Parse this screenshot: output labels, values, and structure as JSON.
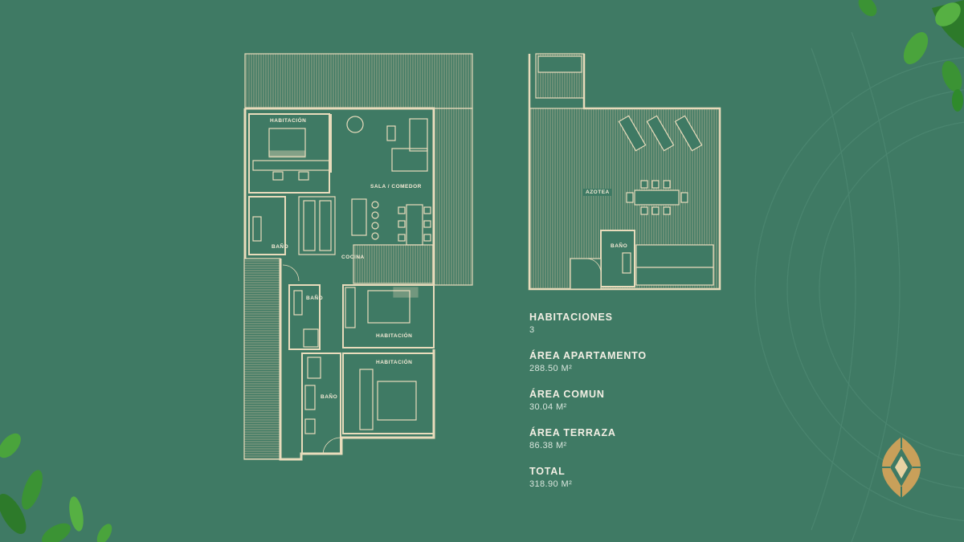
{
  "floor_plan": {
    "rooms": {
      "habitacion_1": "HABITACIÓN",
      "sala_comedor": "SALA / COMEDOR",
      "bano_1": "BAÑO",
      "cocina": "COCINA",
      "bano_2": "BAÑO",
      "habitacion_2": "HABITACIÓN",
      "habitacion_3": "HABITACIÓN",
      "bano_3": "BAÑO"
    }
  },
  "rooftop_plan": {
    "azotea": "AZOTEA",
    "bano": "BAÑO"
  },
  "specs": [
    {
      "label": "HABITACIONES",
      "value": "3"
    },
    {
      "label": "ÁREA APARTAMENTO",
      "value": "288.50 M²"
    },
    {
      "label": "ÁREA COMUN",
      "value": "30.04 M²"
    },
    {
      "label": "ÁREA TERRAZA",
      "value": "86.38 M²"
    },
    {
      "label": "TOTAL",
      "value": "318.90 M²"
    }
  ],
  "colors": {
    "background": "#3f7a64",
    "plan_line": "#e9dcbc",
    "text": "#f3efe4",
    "leaf": "#3f9a3a",
    "emblem_gold": "#c9a05a"
  },
  "icons": [
    "leaf-decoration",
    "diamond-emblem-logo"
  ]
}
